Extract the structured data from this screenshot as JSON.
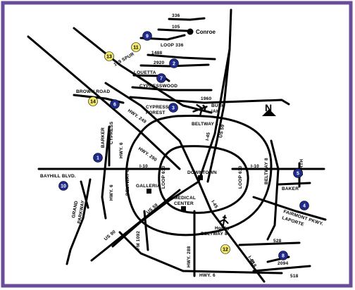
{
  "colors": {
    "border": "#6a4c9c",
    "marker_blue": "#1f2a8a",
    "marker_yellow": "#f3e96a",
    "roads": "#000000"
  },
  "compass": {
    "label": "N"
  },
  "places": {
    "conroe": "Conroe",
    "downtown": "DOWNTOWN",
    "galleria": "GALLERIA",
    "medical_center_1": "MEDICAL",
    "medical_center_2": "CENTER",
    "bush_1": "BUSH",
    "bush_2": "IAH",
    "cypress_forest_1": "CYPRESS",
    "cypress_forest_2": "FOREST",
    "hobby": "Hobby",
    "baker": "BAKER",
    "garth": "GARTH",
    "fairmont_1": "FAIRMONT PKWY.",
    "fairmont_2": "LAPORTE",
    "bayhill": "BAYHILL BLVD.",
    "brown_road": "BROWN ROAD",
    "louetta": "LOUETTA",
    "cypresswood": "CYPRESSWOOD",
    "barker": "BARKER",
    "cypress": "CYPRESS",
    "grand_parkway_1": "GRAND",
    "grand_parkway_2": "PARKWAY"
  },
  "roads": {
    "r336": "336",
    "r105": "105",
    "loop336": "LOOP 336",
    "r1488": "1488",
    "r2920": "2920",
    "spur149": "149 SPUR",
    "r1960": "1960",
    "beltway8_top": "BELTWAY 8",
    "beltway8_left": "BELTWAY 8",
    "beltway8_right": "BELTWAY 8",
    "beltway8_bottom": "BELTWAY 8",
    "i45_top": "I-45",
    "i45_mid": "I-45",
    "i45_bottom": "I-45",
    "us59_top": "US 59",
    "us59_bottom": "US 59",
    "hwy249": "HWY. 249",
    "hwy6_left": "HWY. 6",
    "hwy6_mid": "HWY. 6",
    "hwy6_bottom": "HWY. 6",
    "hwy290": "HWY. 290",
    "i10_left": "I-10",
    "i10_right": "I-10",
    "loop610_left": "LOOP 610",
    "loop610_right": "LOOP 610",
    "us90": "US 90",
    "fm1092": "FM 1092",
    "hwy288": "HWY. 288",
    "r528": "528",
    "r518_a": "518",
    "r518_b": "518",
    "r2094": "2094"
  },
  "markers": [
    {
      "n": "1",
      "color": "blue"
    },
    {
      "n": "2",
      "color": "blue"
    },
    {
      "n": "3",
      "color": "blue"
    },
    {
      "n": "4",
      "color": "blue"
    },
    {
      "n": "5",
      "color": "blue"
    },
    {
      "n": "6",
      "color": "blue"
    },
    {
      "n": "7",
      "color": "blue"
    },
    {
      "n": "8",
      "color": "blue"
    },
    {
      "n": "9",
      "color": "blue"
    },
    {
      "n": "10",
      "color": "blue"
    },
    {
      "n": "11",
      "color": "yellow"
    },
    {
      "n": "12",
      "color": "yellow"
    },
    {
      "n": "13",
      "color": "yellow"
    },
    {
      "n": "14",
      "color": "yellow"
    }
  ]
}
